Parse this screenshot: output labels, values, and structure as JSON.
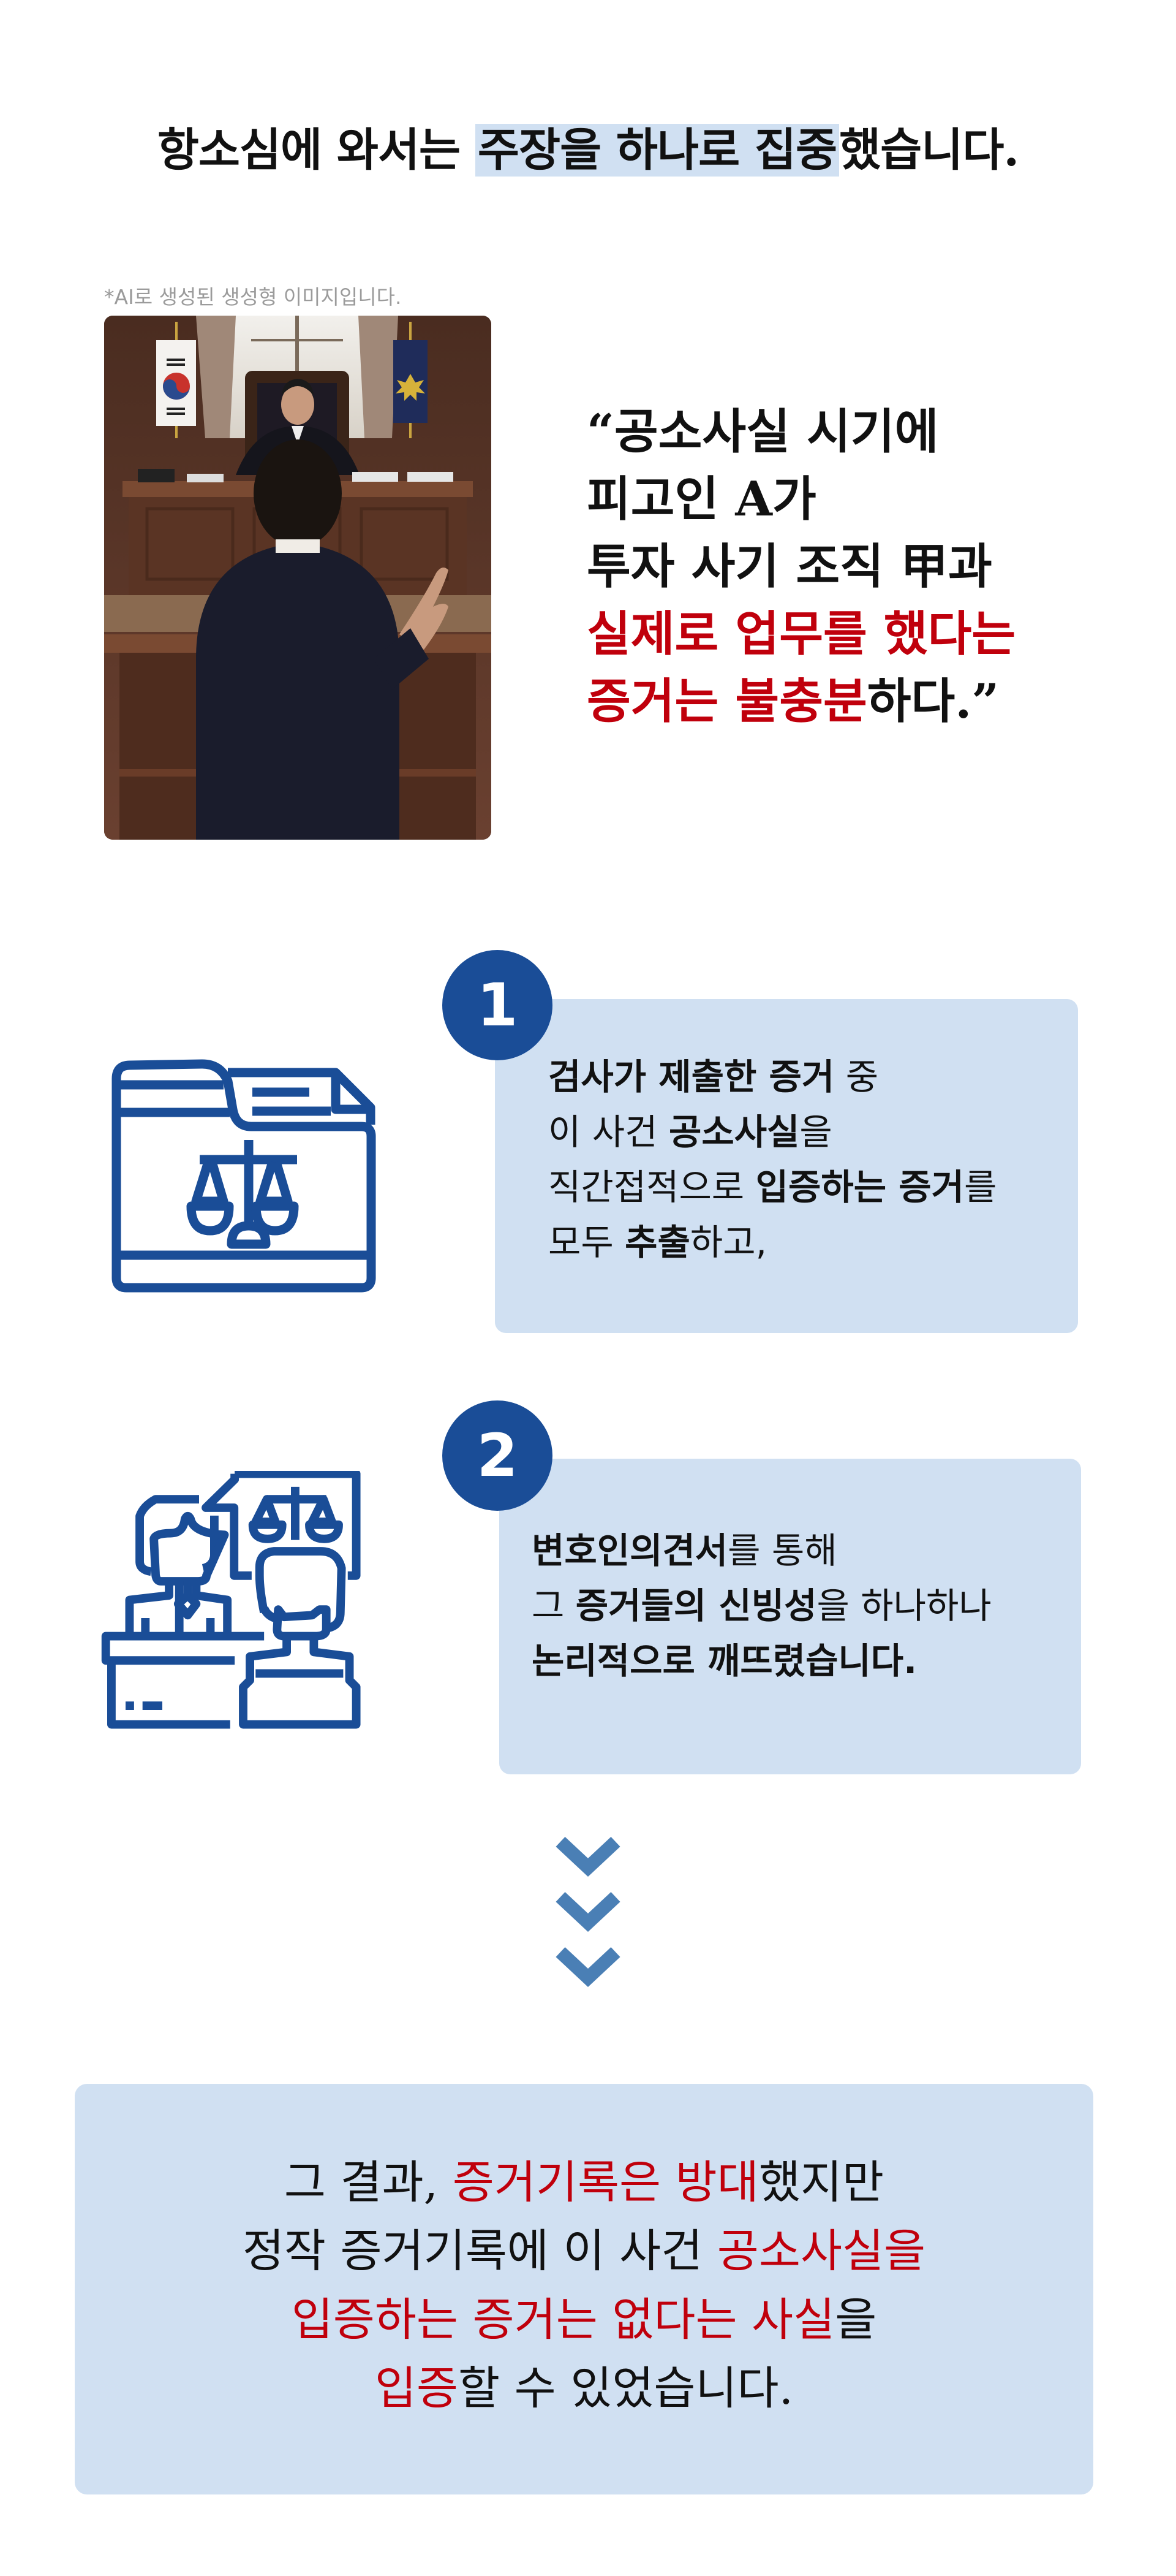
{
  "heading": {
    "before": "항소심에 와서는 ",
    "highlight": "주장을 하나로 집중",
    "after": "했습니다."
  },
  "caption": "*AI로 생성된 생성형 이미지입니다.",
  "photo": {
    "alt": "AI-generated courtroom scene: a lawyer addressing a judge seated at the bench, Korean flag and a court flag on either side"
  },
  "quote": {
    "lines": [
      {
        "segments": [
          {
            "text": "“공소사실 시기에",
            "color": "black"
          }
        ]
      },
      {
        "segments": [
          {
            "text": "피고인 A가",
            "color": "black"
          }
        ]
      },
      {
        "segments": [
          {
            "text": "투자 사기 조직 甲과",
            "color": "black"
          }
        ]
      },
      {
        "segments": [
          {
            "text": "실제로 업무를 했다는",
            "color": "red"
          }
        ]
      },
      {
        "segments": [
          {
            "text": "증거는 불충분",
            "color": "red"
          },
          {
            "text": "하다.”",
            "color": "black"
          }
        ]
      }
    ]
  },
  "steps": [
    {
      "number": "1",
      "icon": "folder-scales-icon",
      "lines": [
        [
          {
            "text": "검사가 제출한 증거",
            "bold": true
          },
          {
            "text": " 중",
            "bold": false
          }
        ],
        [
          {
            "text": "이 사건 ",
            "bold": false
          },
          {
            "text": "공소사실",
            "bold": true
          },
          {
            "text": "을",
            "bold": false
          }
        ],
        [
          {
            "text": "직간접적으로 ",
            "bold": false
          },
          {
            "text": "입증하는 증거",
            "bold": true
          },
          {
            "text": "를",
            "bold": false
          }
        ],
        [
          {
            "text": "모두 ",
            "bold": false
          },
          {
            "text": "추출",
            "bold": true
          },
          {
            "text": "하고,",
            "bold": false
          }
        ]
      ]
    },
    {
      "number": "2",
      "icon": "lawyer-client-scales-icon",
      "lines": [
        [
          {
            "text": "변호인의견서",
            "bold": true
          },
          {
            "text": "를 통해",
            "bold": false
          }
        ],
        [
          {
            "text": "그 ",
            "bold": false
          },
          {
            "text": "증거들의 신빙성",
            "bold": true
          },
          {
            "text": "을 하나하나",
            "bold": false
          }
        ],
        [
          {
            "text": "논리적으로 깨뜨렸습니다.",
            "bold": true
          }
        ]
      ]
    }
  ],
  "chevrons": {
    "count": 3,
    "icon": "chevron-down-icon",
    "color": "#4a7fb5"
  },
  "conclusion": {
    "lines": [
      [
        {
          "text": "그 결과, ",
          "color": "black"
        },
        {
          "text": "증거기록은 방대",
          "color": "red"
        },
        {
          "text": "했지만",
          "color": "black"
        }
      ],
      [
        {
          "text": "정작 증거기록에 이 사건 ",
          "color": "black"
        },
        {
          "text": "공소사실을",
          "color": "red"
        }
      ],
      [
        {
          "text": "입증하는 증거는 없다는 사실",
          "color": "red"
        },
        {
          "text": "을",
          "color": "black"
        }
      ],
      [
        {
          "text": "입증",
          "color": "red"
        },
        {
          "text": "할 수 있었습니다.",
          "color": "black"
        }
      ]
    ]
  },
  "colors": {
    "accent_blue": "#1a4d97",
    "box_bg": "#d0e0f2",
    "highlight_red": "#c0000c",
    "chevron_blue": "#4a7fb5",
    "caption_gray": "#9b9b9b"
  }
}
